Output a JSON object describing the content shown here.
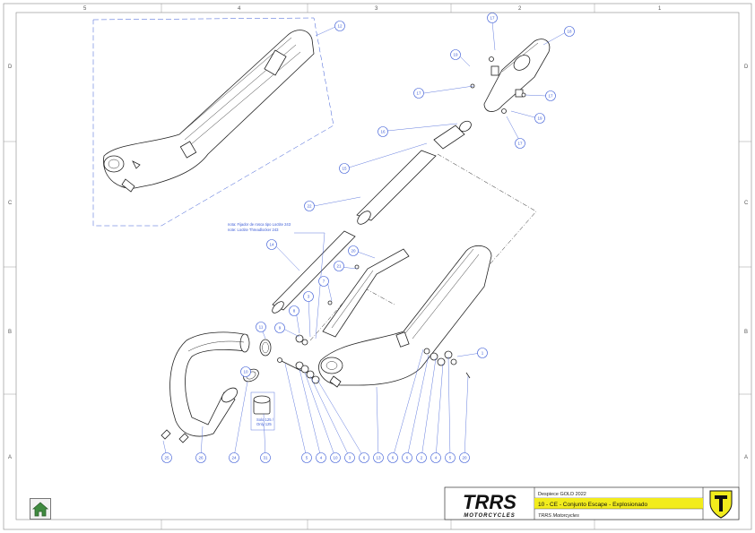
{
  "sheet": {
    "columns": [
      "5",
      "4",
      "3",
      "2",
      "1"
    ],
    "rows": [
      "D",
      "C",
      "B",
      "A"
    ]
  },
  "notes": {
    "line1": "nota: Fijador de rosca tipo Loctite 243",
    "line2": "note: Loctite Threadlocker 243",
    "label_31_line1": "Solo 125 /",
    "label_31_line2": "Only 125"
  },
  "callouts": [
    "12",
    "17",
    "18",
    "19",
    "17",
    "17",
    "19",
    "17",
    "16",
    "15",
    "22",
    "14",
    "20",
    "21",
    "7",
    "3",
    "8",
    "9",
    "11",
    "10",
    "13",
    "1",
    "25",
    "26",
    "24",
    "31",
    "5",
    "4",
    "10",
    "3",
    "6",
    "13",
    "6",
    "6",
    "2",
    "4",
    "5",
    "20"
  ],
  "title_block": {
    "brand": "TRRS",
    "brand_sub": "MOTORCYCLES",
    "doc_label": "Despiece GOLD 2022",
    "doc_title": "10 - CE - Conjunto Escape - Explosionado",
    "company": "TRRS Motorcycles"
  },
  "colors": {
    "accent": "#f2ec1c",
    "callout": "#3b5bd6",
    "ink": "#222222"
  },
  "icons": {
    "home": "home-icon",
    "logo": "trrs-shield-icon"
  }
}
